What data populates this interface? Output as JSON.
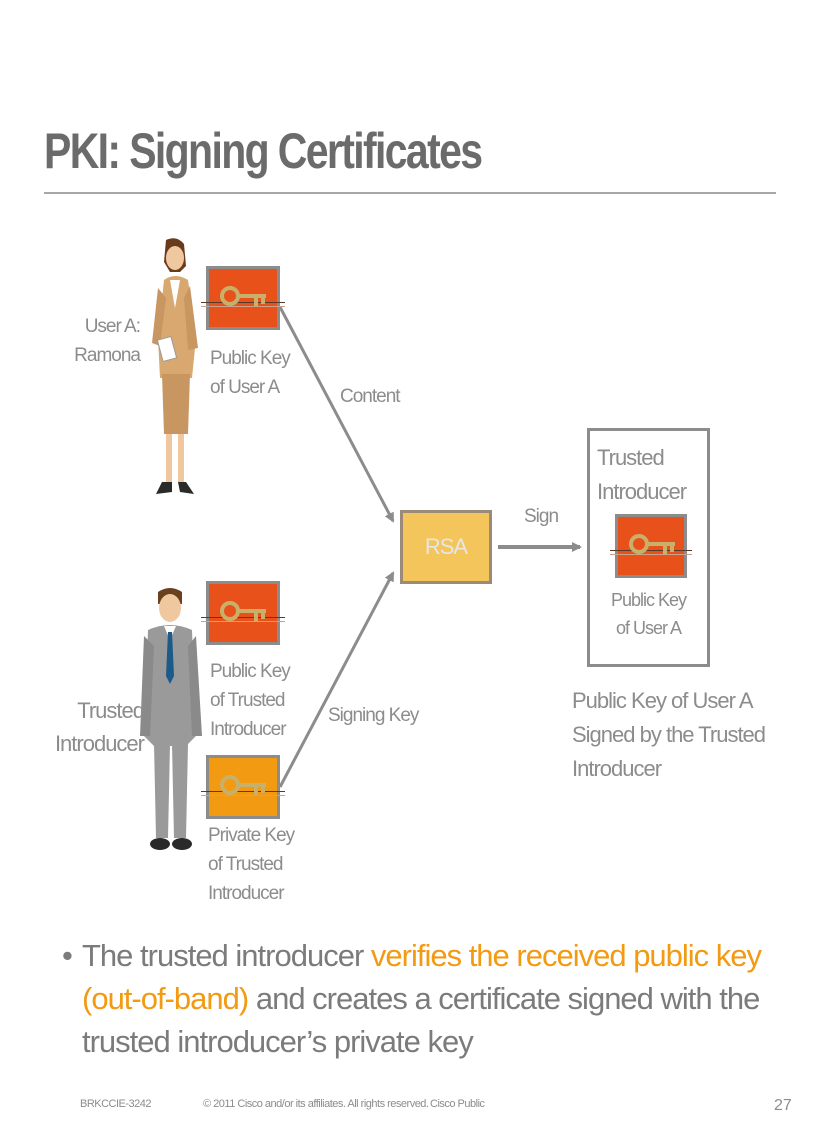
{
  "title": "PKI: Signing Certificates",
  "people": {
    "user_a": {
      "lines": [
        "User A:",
        "Ramona"
      ]
    },
    "introducer": {
      "lines": [
        "Trusted",
        "Introducer"
      ]
    }
  },
  "keys": {
    "user_a_public": {
      "lines": [
        "Public Key",
        "of User A"
      ]
    },
    "introducer_public": {
      "lines": [
        "Public Key",
        "of Trusted",
        "Introducer"
      ]
    },
    "introducer_private": {
      "lines": [
        "Private Key",
        "of Trusted",
        "Introducer"
      ]
    }
  },
  "arrows": {
    "content": "Content",
    "signing_key": "Signing Key",
    "sign": "Sign"
  },
  "rsa_label": "RSA",
  "certificate": {
    "header": [
      "Trusted",
      "Introducer"
    ],
    "key_lines": [
      "Public Key",
      "of User A"
    ],
    "caption": [
      "Public Key of User A",
      "Signed by the Trusted",
      "Introducer"
    ]
  },
  "bullet": {
    "dot": "•",
    "before": "The trusted introducer ",
    "highlight": "verifies the received public key (out-of-band)",
    "after": " and creates a certificate signed with the trusted introducer’s private key"
  },
  "footer": {
    "code": "BRKCCIE-3242",
    "copyright": "© 2011 Cisco and/or its affiliates. All rights reserved.",
    "classification": "Cisco Public",
    "page": "27"
  },
  "colors": {
    "key_red": "#e8521a",
    "key_amber": "#f29a12",
    "rsa_fill": "#f4c55a",
    "highlight": "#f29a12",
    "text_gray": "#8c8c8c"
  }
}
